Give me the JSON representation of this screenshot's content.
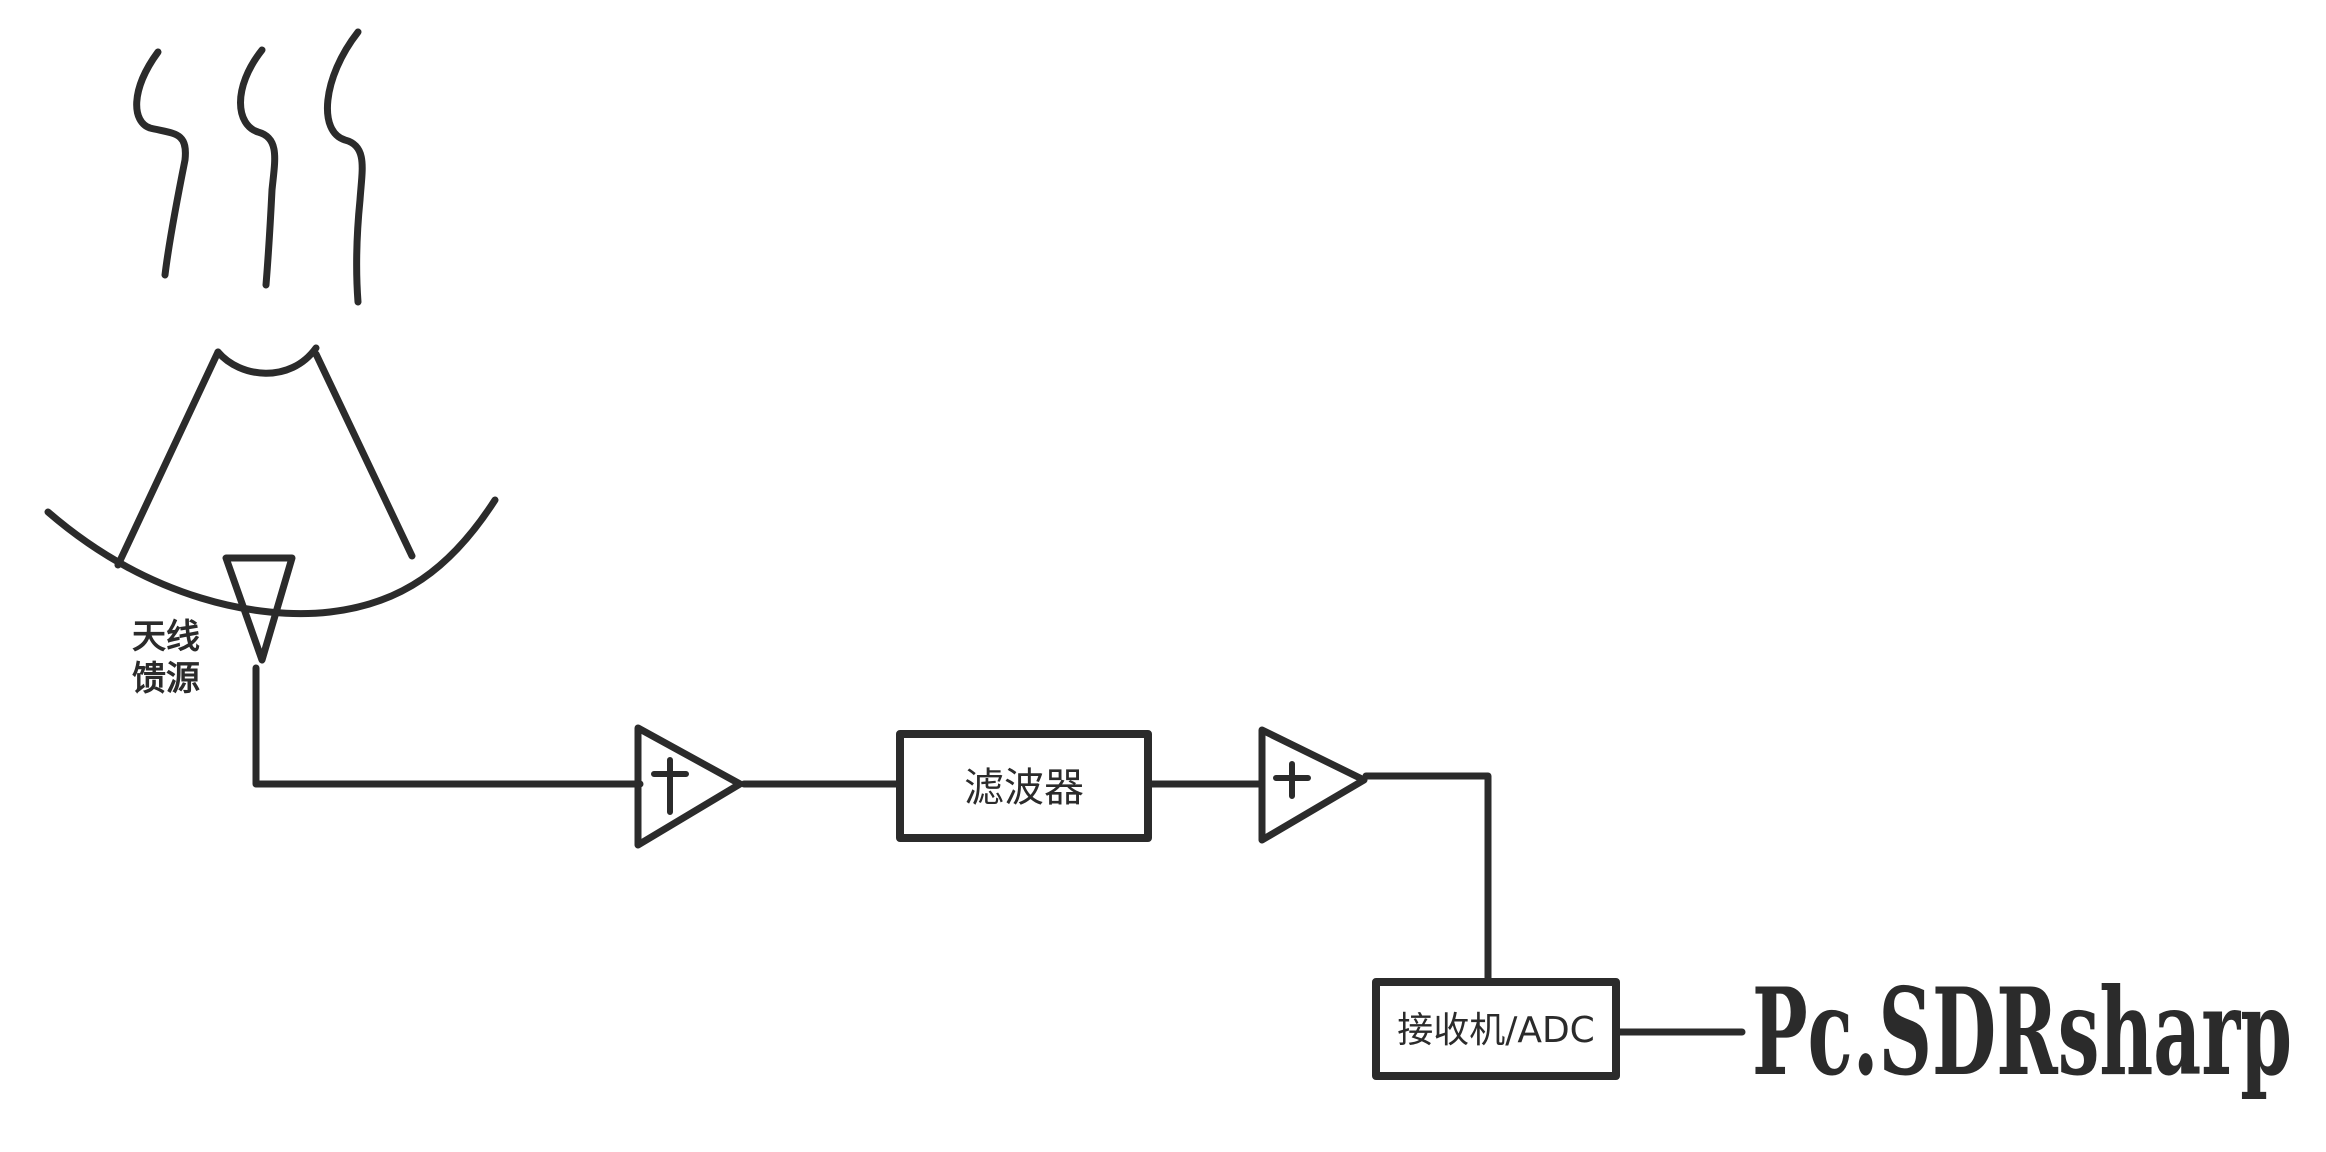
{
  "diagram": {
    "nodes": {
      "antenna_feed": {
        "label_line1": "天线",
        "label_line2": "馈源"
      },
      "filter": {
        "label": "滤波器"
      },
      "receiver": {
        "label": "接收机/ADC"
      },
      "pc": {
        "label": "Pc.SDRsharp"
      }
    },
    "edges": [
      {
        "from": "antenna_feed",
        "to": "amplifier_1"
      },
      {
        "from": "amplifier_1",
        "to": "filter"
      },
      {
        "from": "filter",
        "to": "amplifier_2"
      },
      {
        "from": "amplifier_2",
        "to": "receiver"
      },
      {
        "from": "receiver",
        "to": "pc"
      }
    ]
  }
}
